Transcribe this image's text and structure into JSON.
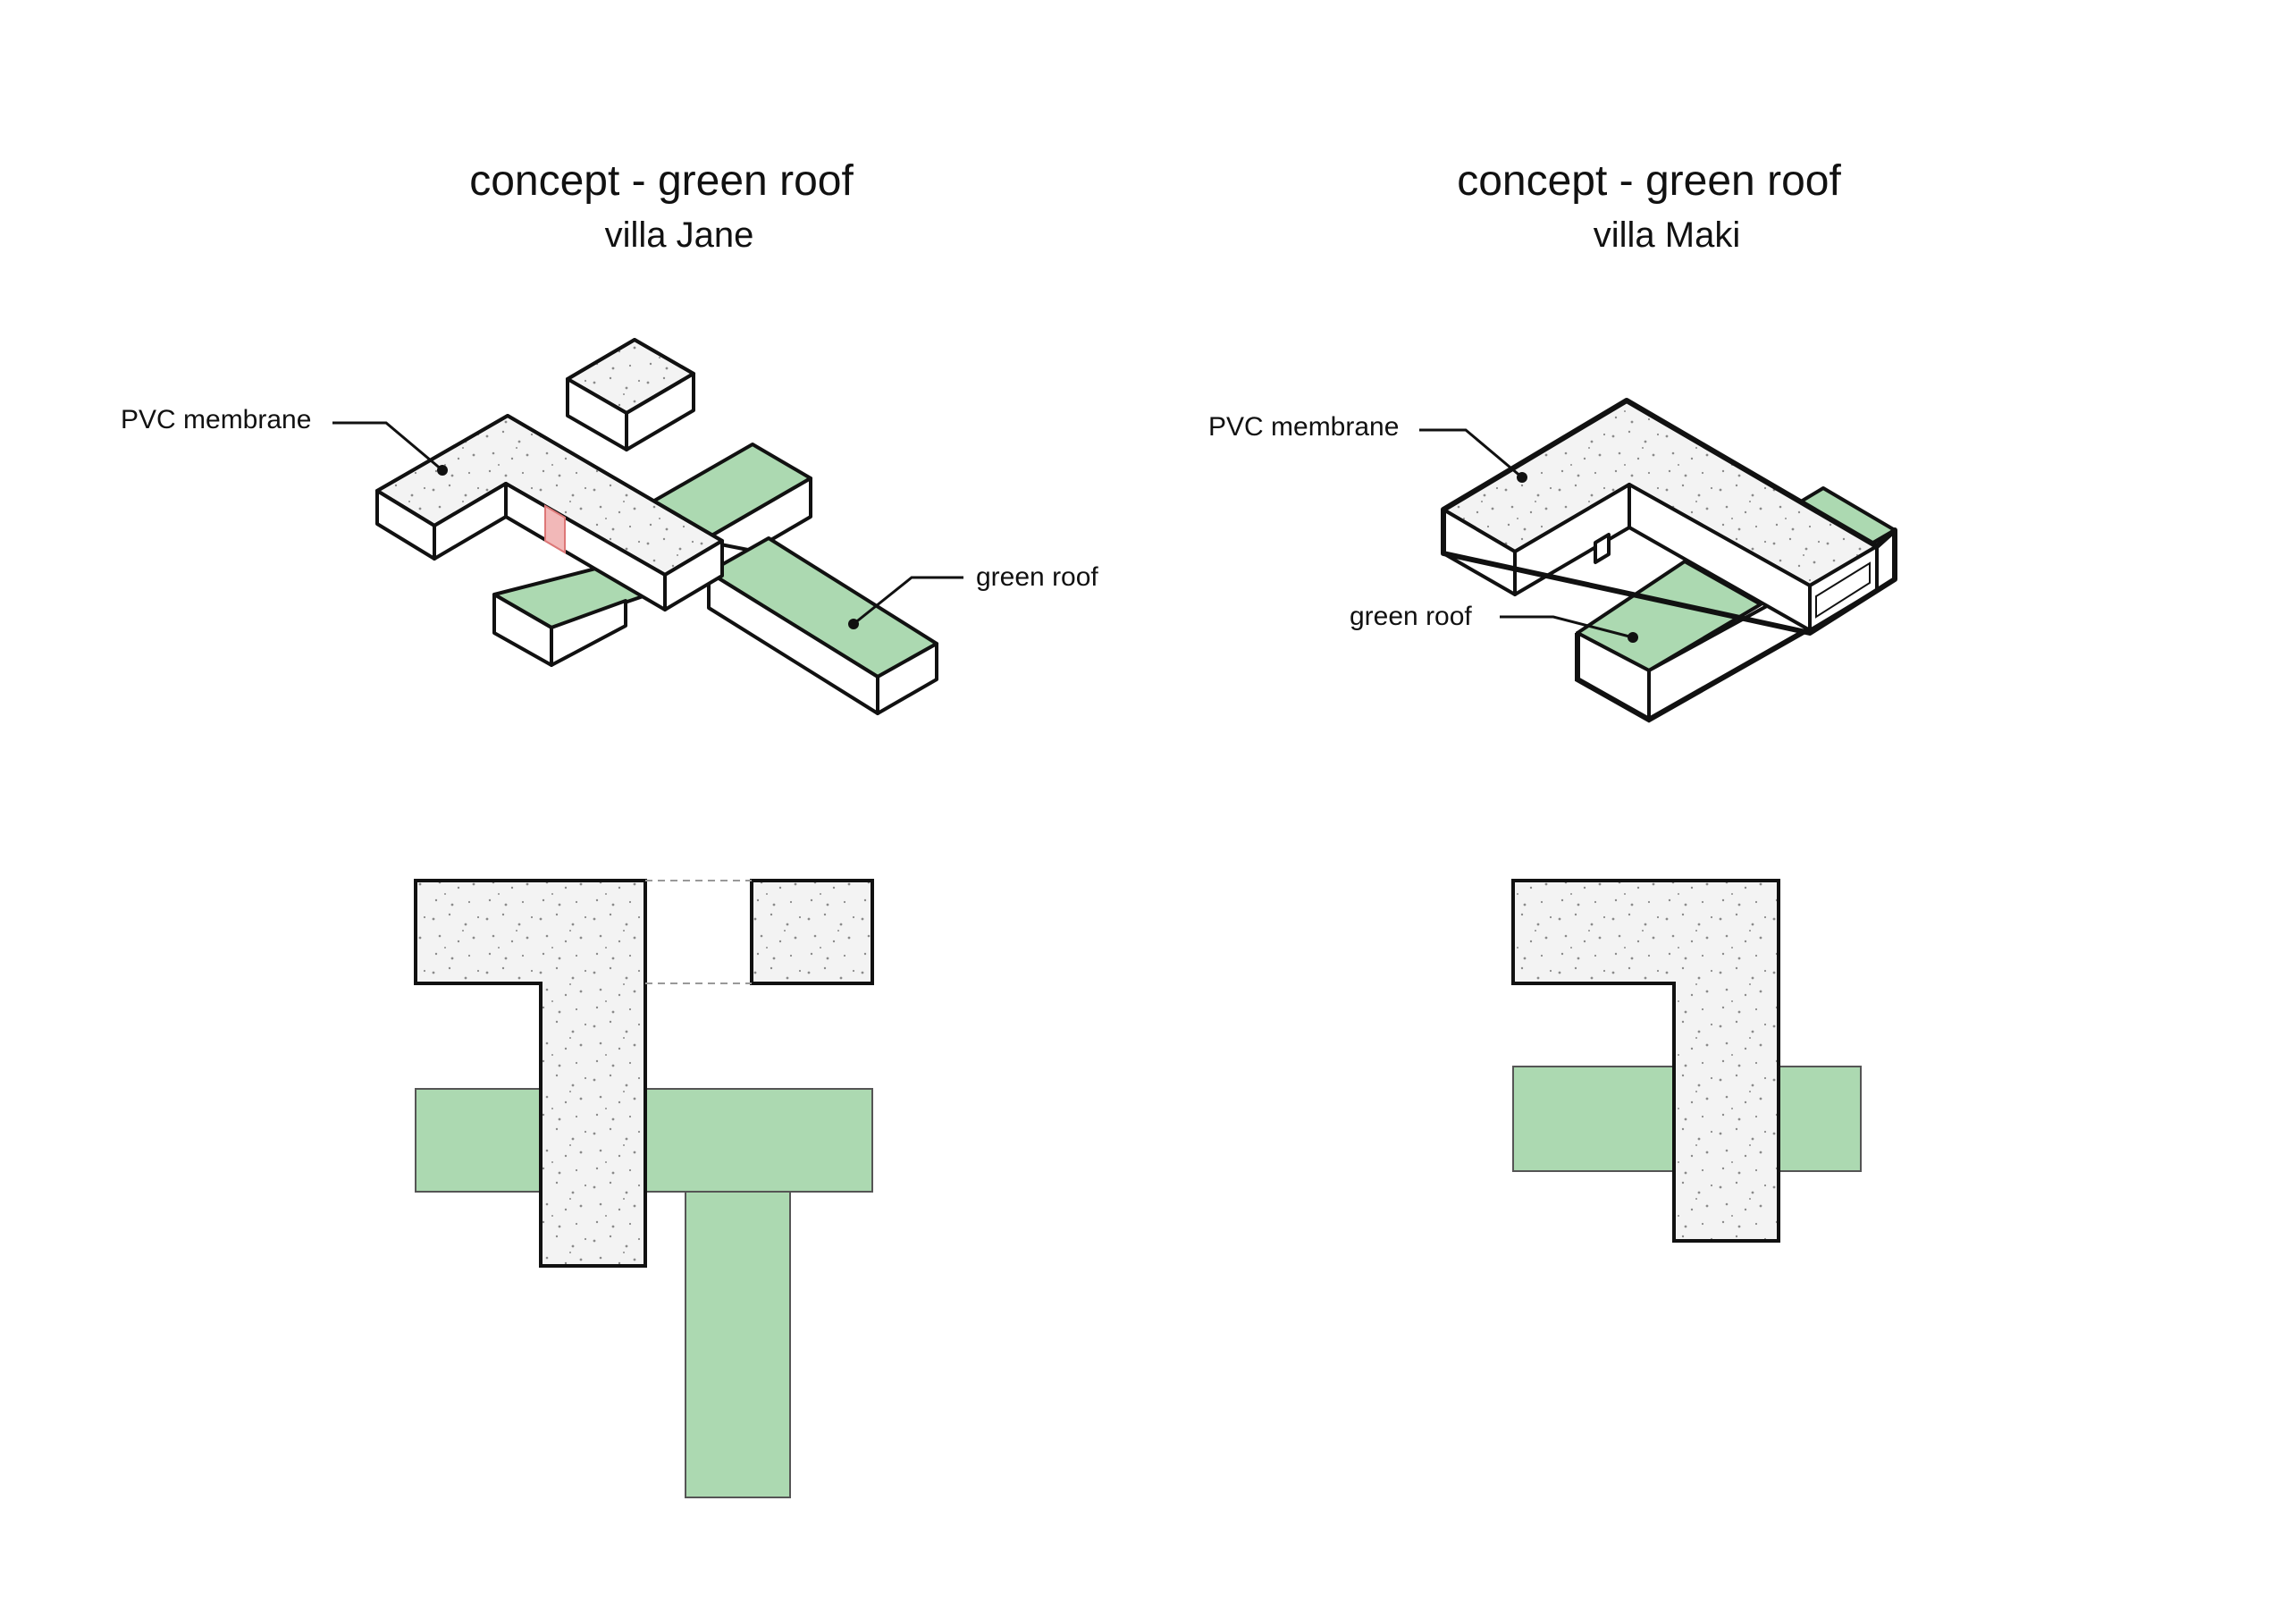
{
  "left": {
    "title": "concept - green roof",
    "subtitle": "villa Jane",
    "label_membrane": "PVC membrane",
    "label_green": "green roof"
  },
  "right": {
    "title": "concept - green roof",
    "subtitle": "villa Maki",
    "label_membrane": "PVC membrane",
    "label_green": "green roof"
  },
  "colors": {
    "membrane": "#f3f3f3",
    "green_roof": "#acd9b1",
    "outline": "#111111",
    "accent_red": "#f2b8b8"
  }
}
